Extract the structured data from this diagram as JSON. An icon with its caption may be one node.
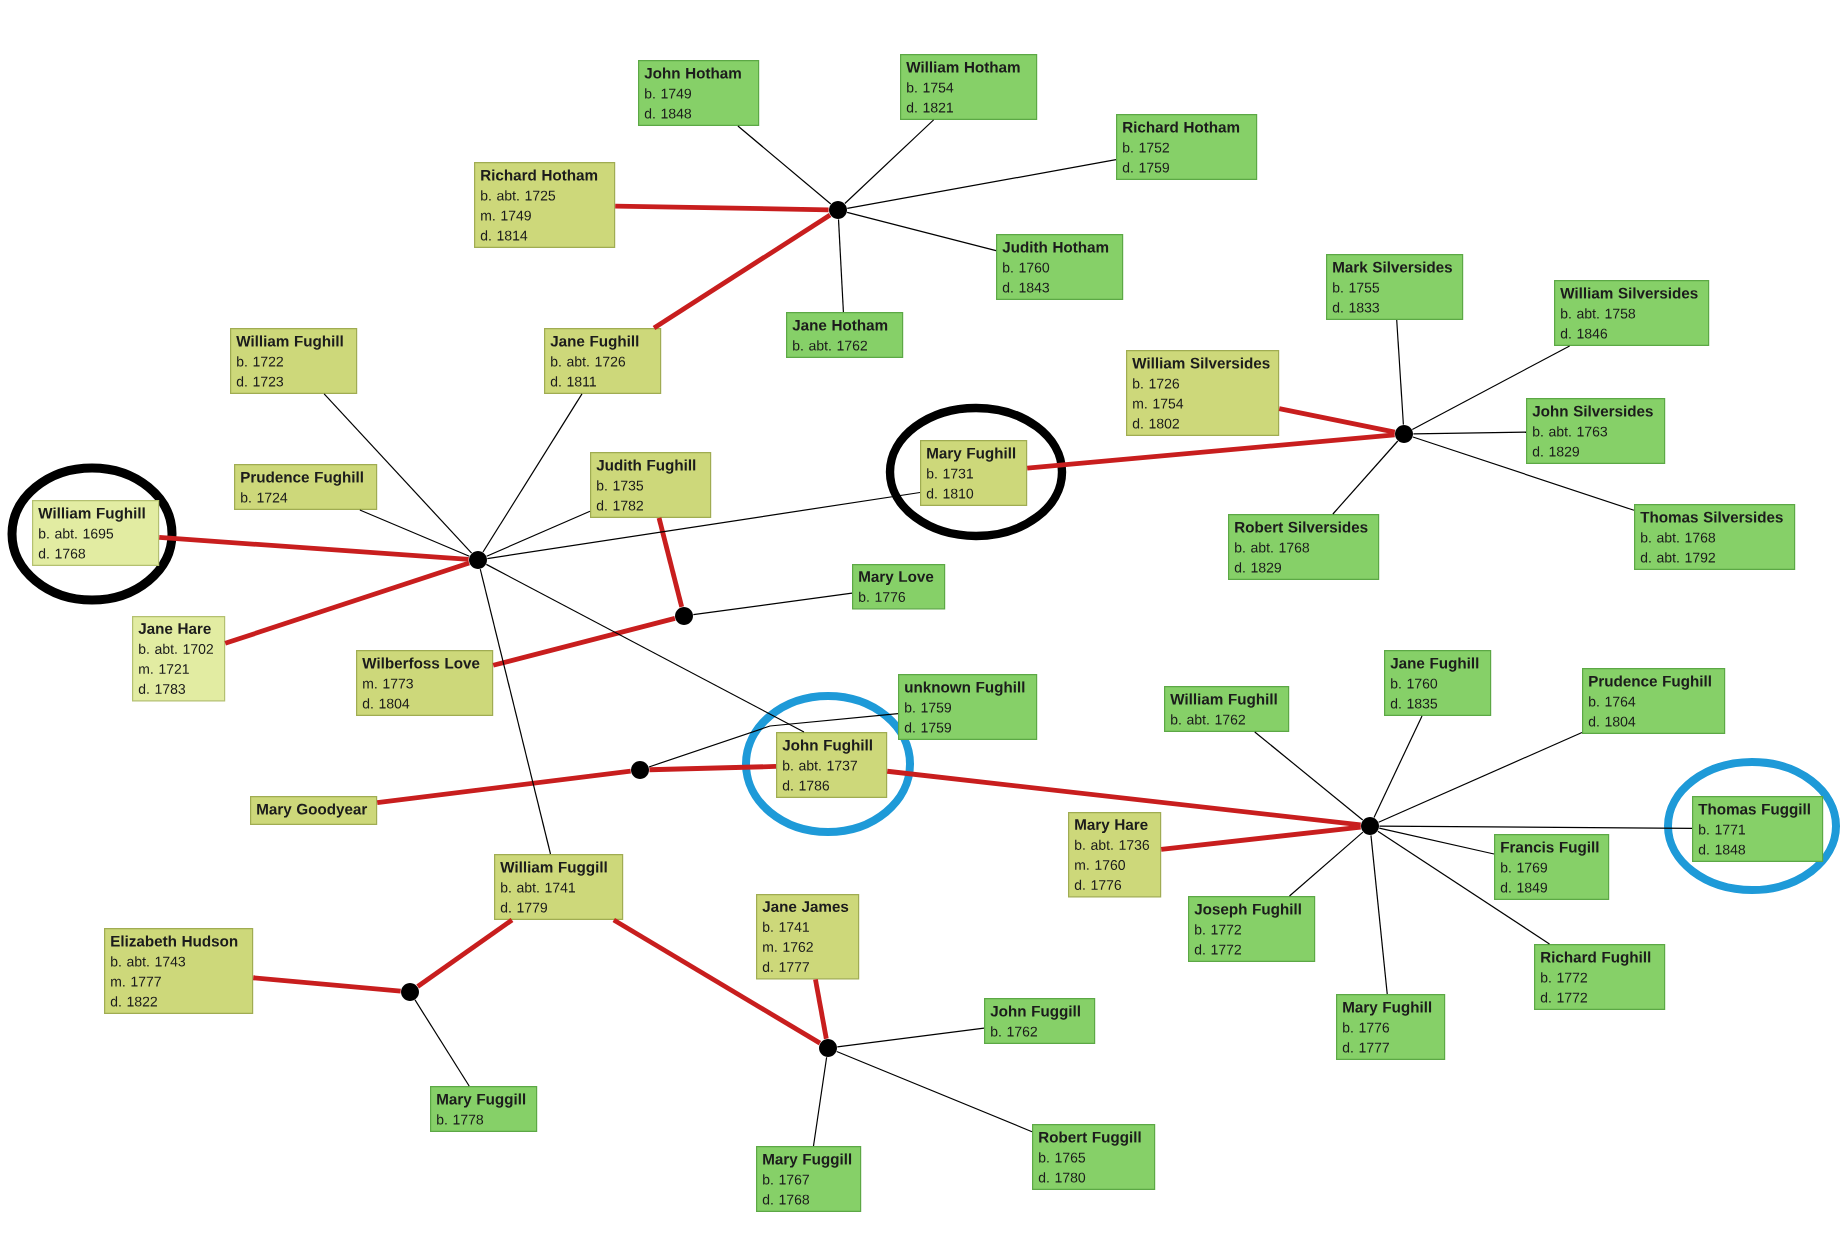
{
  "diagram": {
    "nodes": [
      {
        "text": [
          "John Hotham",
          "b. 1749",
          "d. 1848"
        ]
      },
      {
        "text": [
          "William Hotham",
          "b. 1754",
          "d. 1821"
        ]
      },
      {
        "text": [
          "Richard Hotham",
          "b. 1752",
          "d. 1759"
        ]
      },
      {
        "text": [
          "Richard Hotham",
          "b. abt. 1725",
          "m. 1749",
          "d. 1814"
        ]
      },
      {
        "text": [
          "Judith Hotham",
          "b. 1760",
          "d. 1843"
        ]
      },
      {
        "text": [
          "Mark Silversides",
          "b. 1755",
          "d. 1833"
        ]
      },
      {
        "text": [
          "William Silversides",
          "b. abt. 1758",
          "d. 1846"
        ]
      },
      {
        "text": [
          "Jane Hotham",
          "b. abt. 1762"
        ]
      },
      {
        "text": [
          "William Fughill",
          "b. 1722",
          "d. 1723"
        ]
      },
      {
        "text": [
          "Jane Fughill",
          "b. abt. 1726",
          "d. 1811"
        ]
      },
      {
        "text": [
          "William Silversides",
          "b. 1726",
          "m. 1754",
          "d. 1802"
        ]
      },
      {
        "text": [
          "John Silversides",
          "b. abt. 1763",
          "d. 1829"
        ]
      },
      {
        "text": [
          "Prudence Fughill",
          "b. 1724"
        ]
      },
      {
        "text": [
          "Judith Fughill",
          "b. 1735",
          "d. 1782"
        ]
      },
      {
        "text": [
          "Mary Fughill",
          "b. 1731",
          "d. 1810"
        ]
      },
      {
        "text": [
          "William Fughill",
          "b. abt. 1695",
          "d. 1768"
        ]
      },
      {
        "text": [
          "Thomas Silversides",
          "b. abt. 1768",
          "d. abt. 1792"
        ]
      },
      {
        "text": [
          "Robert Silversides",
          "b. abt. 1768",
          "d. 1829"
        ]
      },
      {
        "text": [
          "Mary Love",
          "b. 1776"
        ]
      },
      {
        "text": [
          "Jane Hare",
          "b. abt. 1702",
          "m. 1721",
          "d. 1783"
        ]
      },
      {
        "text": [
          "Wilberfoss Love",
          "m. 1773",
          "d. 1804"
        ]
      },
      {
        "text": [
          "unknown Fughill",
          "b. 1759",
          "d. 1759"
        ]
      },
      {
        "text": [
          "Prudence Fughill",
          "b. 1764",
          "d. 1804"
        ]
      },
      {
        "text": [
          "William Fughill",
          "b. abt. 1762"
        ]
      },
      {
        "text": [
          "Jane Fughill",
          "b. 1760",
          "d. 1835"
        ]
      },
      {
        "text": [
          "John Fughill",
          "b. abt. 1737",
          "d. 1786"
        ]
      },
      {
        "text": [
          "Mary Goodyear"
        ]
      },
      {
        "text": [
          "Thomas Fuggill",
          "b. 1771",
          "d. 1848"
        ]
      },
      {
        "text": [
          "Mary Hare",
          "b. abt. 1736",
          "m. 1760",
          "d. 1776"
        ]
      },
      {
        "text": [
          "Francis Fugill",
          "b. 1769",
          "d. 1849"
        ]
      },
      {
        "text": [
          "William Fuggill",
          "b. abt. 1741",
          "d. 1779"
        ]
      },
      {
        "text": [
          "Jane James",
          "b. 1741",
          "m. 1762",
          "d. 1777"
        ]
      },
      {
        "text": [
          "Joseph Fughill",
          "b. 1772",
          "d. 1772"
        ]
      },
      {
        "text": [
          "Elizabeth Hudson",
          "b. abt. 1743",
          "m. 1777",
          "d. 1822"
        ]
      },
      {
        "text": [
          "Richard Fughill",
          "b. 1772",
          "d. 1772"
        ]
      },
      {
        "text": [
          "Mary Fughill",
          "b. 1776",
          "d. 1777"
        ]
      },
      {
        "text": [
          "John Fuggill",
          "b. 1762"
        ]
      },
      {
        "text": [
          "Mary Fuggill",
          "b. 1778"
        ]
      },
      {
        "text": [
          "Robert Fuggill",
          "b. 1765",
          "d. 1780"
        ]
      },
      {
        "text": [
          "Mary Fuggill",
          "b. 1767",
          "d. 1768"
        ]
      },
      {
        "text": [],
        "shape": "circle"
      },
      {
        "text": [],
        "shape": "circle"
      },
      {
        "text": [],
        "shape": "circle"
      },
      {
        "text": [],
        "shape": "circle"
      },
      {
        "text": [],
        "shape": "circle"
      },
      {
        "text": [],
        "shape": "circle"
      },
      {
        "text": [],
        "shape": "circle"
      },
      {
        "text": [],
        "shape": "circle"
      }
    ],
    "edges": [
      {
        "from": 3,
        "to": 40,
        "arrow": "none",
        "style": "thick",
        "color": "#c81e1e"
      },
      {
        "from": 9,
        "to": 40,
        "arrow": "none",
        "style": "thick",
        "color": "#c81e1e"
      },
      {
        "from": 15,
        "to": 42,
        "arrow": "none",
        "style": "thick",
        "color": "#c81e1e"
      },
      {
        "from": 19,
        "to": 42,
        "arrow": "none",
        "style": "thick",
        "color": "#c81e1e"
      },
      {
        "from": 13,
        "to": 43,
        "arrow": "none",
        "style": "thick",
        "color": "#c81e1e"
      },
      {
        "from": 20,
        "to": 43,
        "arrow": "none",
        "style": "thick",
        "color": "#c81e1e"
      },
      {
        "from": 14,
        "to": 41,
        "arrow": "none",
        "style": "thick",
        "color": "#c81e1e"
      },
      {
        "from": 10,
        "to": 41,
        "arrow": "none",
        "style": "thick",
        "color": "#c81e1e"
      },
      {
        "from": 26,
        "to": 44,
        "arrow": "none",
        "style": "thick",
        "color": "#c81e1e"
      },
      {
        "from": 25,
        "to": 44,
        "arrow": "none",
        "style": "thick",
        "color": "#c81e1e"
      },
      {
        "from": 25,
        "to": 45,
        "arrow": "none",
        "style": "thick",
        "color": "#c81e1e"
      },
      {
        "from": 28,
        "to": 45,
        "arrow": "none",
        "style": "thick",
        "color": "#c81e1e"
      },
      {
        "from": 33,
        "to": 46,
        "arrow": "none",
        "style": "thick",
        "color": "#c81e1e"
      },
      {
        "from": 30,
        "to": 46,
        "arrow": "none",
        "style": "thick",
        "color": "#c81e1e"
      },
      {
        "from": 30,
        "to": 47,
        "arrow": "none",
        "style": "thick",
        "color": "#c81e1e"
      },
      {
        "from": 31,
        "to": 47,
        "arrow": "none",
        "style": "thick",
        "color": "#c81e1e"
      },
      {
        "from": 40,
        "to": 0,
        "arrow": "none"
      },
      {
        "from": 40,
        "to": 1,
        "arrow": "none"
      },
      {
        "from": 40,
        "to": 2,
        "arrow": "none"
      },
      {
        "from": 40,
        "to": 4,
        "arrow": "none"
      },
      {
        "from": 40,
        "to": 7,
        "arrow": "none"
      },
      {
        "from": 42,
        "to": 8,
        "arrow": "none"
      },
      {
        "from": 42,
        "to": 12,
        "arrow": "none"
      },
      {
        "from": 42,
        "to": 9,
        "arrow": "none"
      },
      {
        "from": 42,
        "to": 13,
        "arrow": "none"
      },
      {
        "from": 42,
        "to": 14,
        "arrow": "none"
      },
      {
        "from": 42,
        "to": 30,
        "arrow": "none"
      },
      {
        "from": 42,
        "to": 25,
        "arrow": "none"
      },
      {
        "from": 43,
        "to": 18,
        "arrow": "none"
      },
      {
        "from": 41,
        "to": 5,
        "arrow": "none"
      },
      {
        "from": 41,
        "to": 6,
        "arrow": "none"
      },
      {
        "from": 41,
        "to": 11,
        "arrow": "none"
      },
      {
        "from": 41,
        "to": 16,
        "arrow": "none"
      },
      {
        "from": 41,
        "to": 17,
        "arrow": "none"
      },
      {
        "from": 44,
        "to": 21,
        "arrow": "none"
      },
      {
        "from": 45,
        "to": 23,
        "arrow": "none"
      },
      {
        "from": 45,
        "to": 24,
        "arrow": "none"
      },
      {
        "from": 45,
        "to": 22,
        "arrow": "none"
      },
      {
        "from": 45,
        "to": 29,
        "arrow": "none"
      },
      {
        "from": 45,
        "to": 27,
        "arrow": "none"
      },
      {
        "from": 45,
        "to": 34,
        "arrow": "none"
      },
      {
        "from": 45,
        "to": 35,
        "arrow": "none"
      },
      {
        "from": 45,
        "to": 32,
        "arrow": "none"
      },
      {
        "from": 46,
        "to": 37,
        "arrow": "none"
      },
      {
        "from": 47,
        "to": 36,
        "arrow": "none"
      },
      {
        "from": 47,
        "to": 38,
        "arrow": "none"
      },
      {
        "from": 47,
        "to": 39,
        "arrow": "none"
      }
    ]
  }
}
